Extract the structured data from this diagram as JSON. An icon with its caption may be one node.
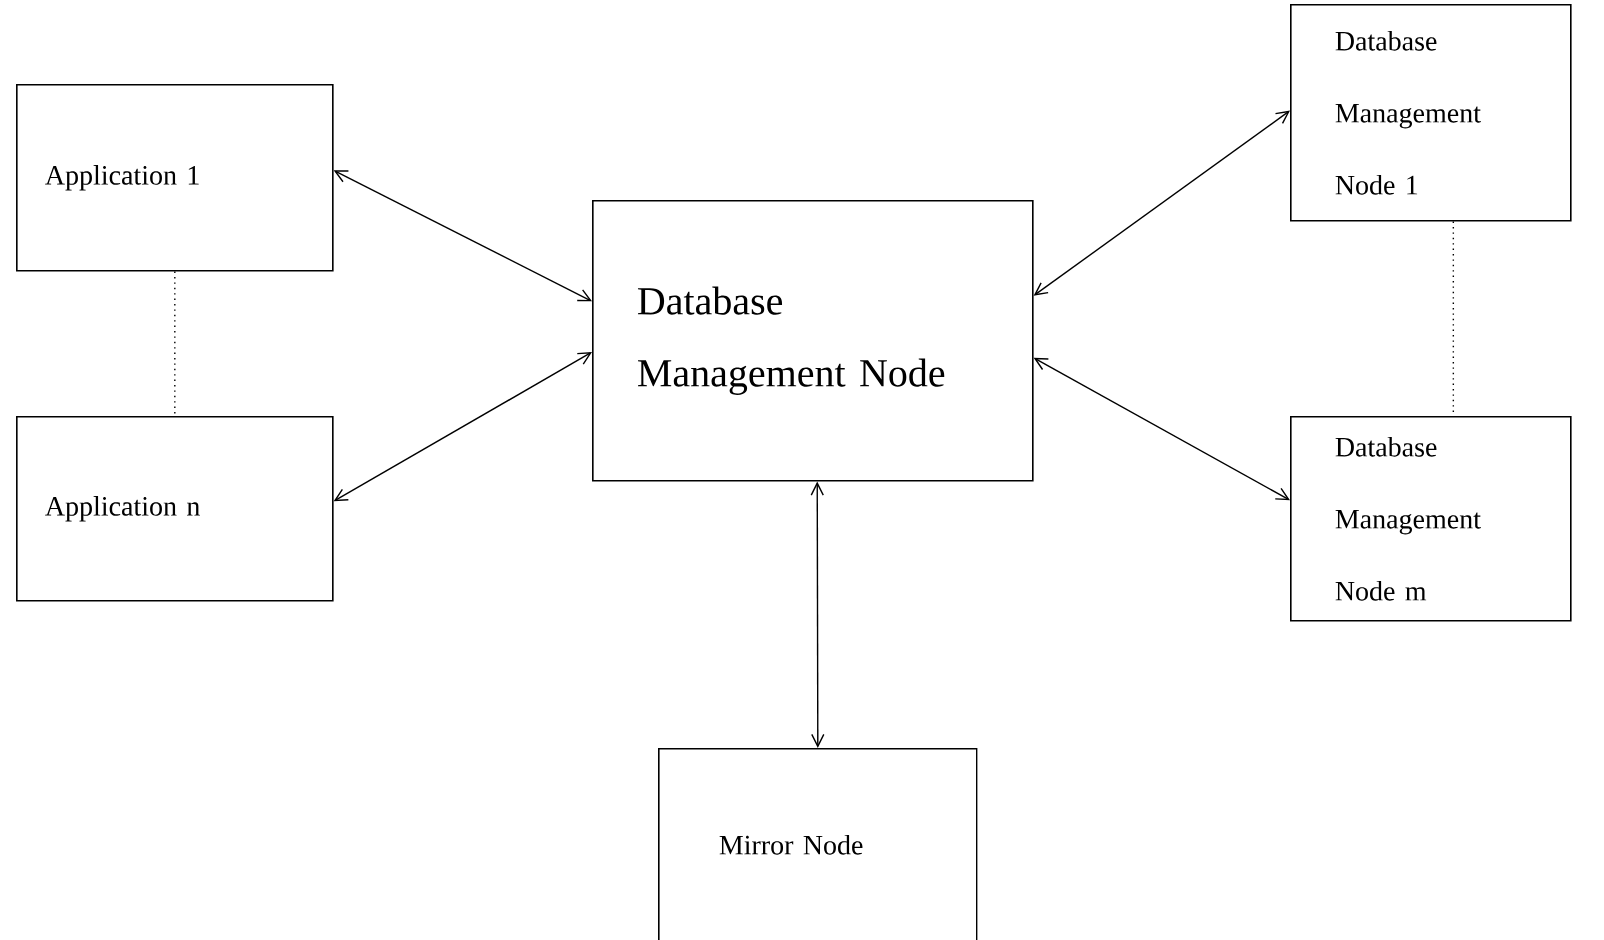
{
  "diagram": {
    "nodes": [
      {
        "text": [
          "Application 1"
        ]
      },
      {
        "text": [
          "Application n"
        ]
      },
      {
        "text": [
          "Database Management Node"
        ]
      },
      {
        "text": [
          "Database Management Node 1"
        ]
      },
      {
        "text": [
          "Database Management Node m"
        ]
      },
      {
        "text": [
          "Mirror Node"
        ]
      }
    ],
    "edges": [
      {
        "from": 0,
        "to": 2,
        "arrow": "both"
      },
      {
        "from": 1,
        "to": 2,
        "arrow": "both"
      },
      {
        "from": 2,
        "to": 3,
        "arrow": "both"
      },
      {
        "from": 2,
        "to": 4,
        "arrow": "both"
      },
      {
        "from": 2,
        "to": 5,
        "arrow": "both"
      },
      {
        "from": 0,
        "to": 1,
        "arrow": "none",
        "style": "dashed"
      },
      {
        "from": 3,
        "to": 4,
        "arrow": "none",
        "style": "dashed"
      }
    ]
  }
}
